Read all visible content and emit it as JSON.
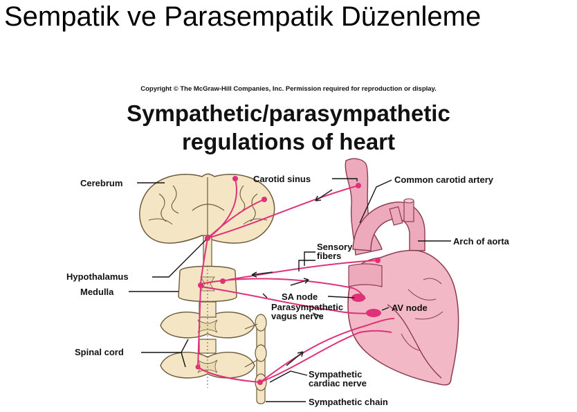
{
  "slide": {
    "title": "Sempatik ve Parasempatik Düzenleme"
  },
  "figure": {
    "copyright": "Copyright © The McGraw-Hill Companies, Inc. Permission required for reproduction or display.",
    "title_line1": "Sympathetic/parasympathetic",
    "title_line2": "regulations of heart"
  },
  "labels": {
    "cerebrum": "Cerebrum",
    "carotid_sinus": "Carotid sinus",
    "common_carotid_artery": "Common carotid artery",
    "arch_of_aorta": "Arch of aorta",
    "sensory_fibers_1": "Sensory",
    "sensory_fibers_2": "fibers",
    "hypothalamus": "Hypothalamus",
    "medulla": "Medulla",
    "sa_node": "SA node",
    "av_node": "AV node",
    "parasympathetic_1": "Parasympathetic",
    "parasympathetic_2": "vagus nerve",
    "spinal_cord": "Spinal cord",
    "sympathetic_cardiac_1": "Sympathetic",
    "sympathetic_cardiac_2": "cardiac nerve",
    "sympathetic_chain": "Sympathetic chain"
  },
  "colors": {
    "nerve": "#e0307a",
    "tissue": "#f4e6c4",
    "heart": "#f2b8c6",
    "artery": "#eeaabd"
  }
}
